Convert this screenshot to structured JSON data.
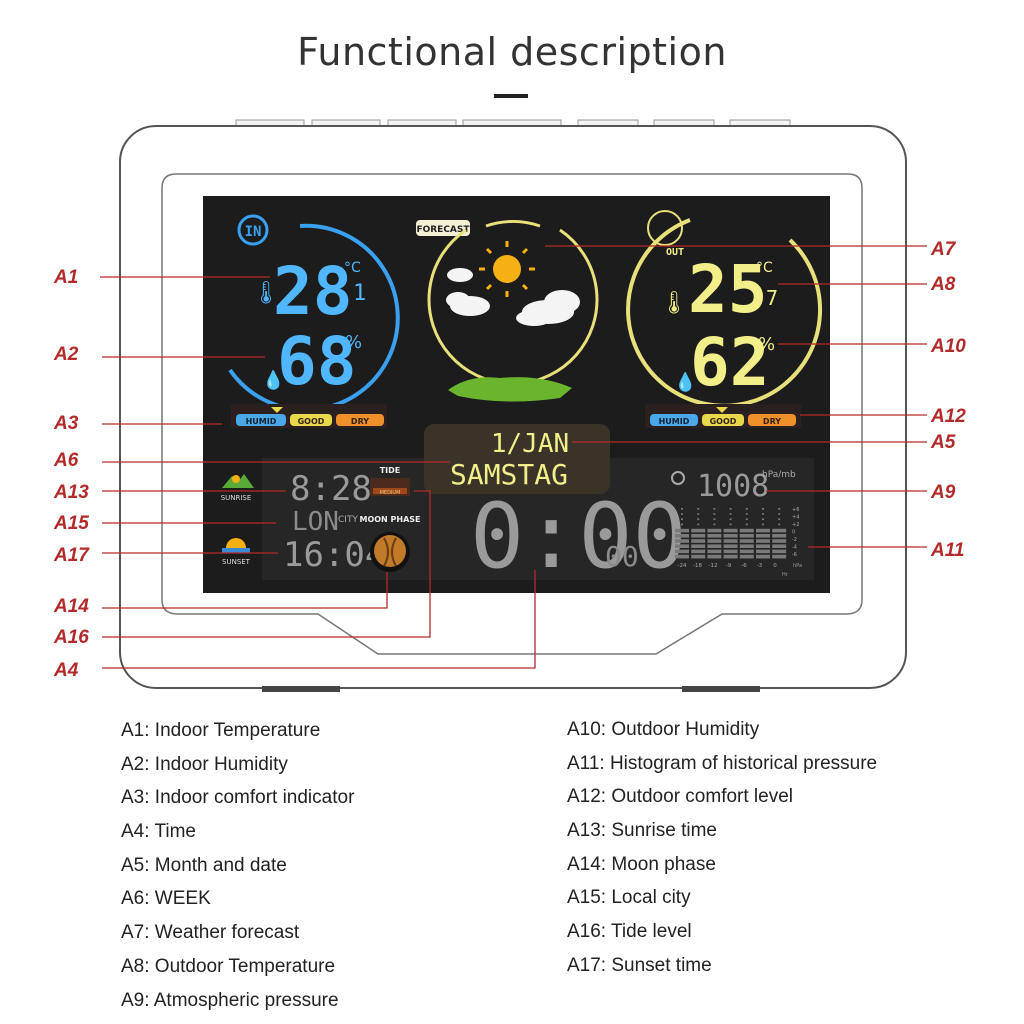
{
  "title": "Functional description",
  "colors": {
    "callout": "#b32a2a",
    "indoor_ring": "#3aa0f0",
    "outdoor_ring": "#e8e07a",
    "indoor_digits": "#4fb6ff",
    "outdoor_digits": "#f2ee8a",
    "lcd_background": "#2a2a2a",
    "lcd_gray_digits": "#9a9a9a"
  },
  "display": {
    "indoor": {
      "badge": "IN",
      "temperature": "28",
      "temperature_decimal": "1",
      "temperature_unit": "°C",
      "humidity": "68",
      "humidity_unit": "%",
      "comfort": [
        "HUMID",
        "GOOD",
        "DRY"
      ]
    },
    "forecast": {
      "label": "FORECAST",
      "icon": "sun-cloud-icon"
    },
    "outdoor": {
      "badge": "OUT",
      "temperature": "25",
      "temperature_decimal": "7",
      "temperature_unit": "°C",
      "humidity": "62",
      "humidity_unit": "%",
      "comfort": [
        "HUMID",
        "GOOD",
        "DRY"
      ]
    },
    "date": "1/JAN",
    "weekday": "SAMSTAG",
    "sunrise": {
      "label": "SUNRISE",
      "time": "8:28"
    },
    "city": {
      "code": "LON",
      "label": "CITY"
    },
    "sunset": {
      "label": "SUNSET",
      "time": "16:04"
    },
    "tide": {
      "label": "TIDE",
      "value": "MEDIUM"
    },
    "moon_phase": {
      "label": "MOON PHASE"
    },
    "clock": {
      "time": "0:00",
      "seconds": "00"
    },
    "pressure": {
      "value": "1008",
      "unit": "hPa/mb"
    },
    "histogram": {
      "x_ticks": [
        "-24",
        "-18",
        "-12",
        "-9",
        "-6",
        "-3",
        "0"
      ],
      "x_unit": "Hr",
      "y_ticks": [
        "+6",
        "+4",
        "+2",
        "0",
        "-2",
        "-4",
        "-6"
      ],
      "y_unit": "hPa"
    }
  },
  "callouts": {
    "left": [
      "A1",
      "A2",
      "A3",
      "A6",
      "A13",
      "A15",
      "A17",
      "A14",
      "A16",
      "A4"
    ],
    "right": [
      "A7",
      "A8",
      "A10",
      "A12",
      "A5",
      "A9",
      "A11"
    ]
  },
  "legend": {
    "left": [
      "A1: Indoor Temperature",
      "A2: Indoor Humidity",
      "A3: Indoor comfort indicator",
      "A4: Time",
      "A5: Month and date",
      "A6: WEEK",
      "A7: Weather forecast",
      "A8: Outdoor Temperature",
      "A9: Atmospheric pressure"
    ],
    "right": [
      "A10: Outdoor Humidity",
      "A11: Histogram of historical pressure",
      "A12: Outdoor comfort level",
      "A13: Sunrise time",
      "A14: Moon phase",
      "A15: Local city",
      "A16: Tide level",
      "A17: Sunset time"
    ]
  }
}
